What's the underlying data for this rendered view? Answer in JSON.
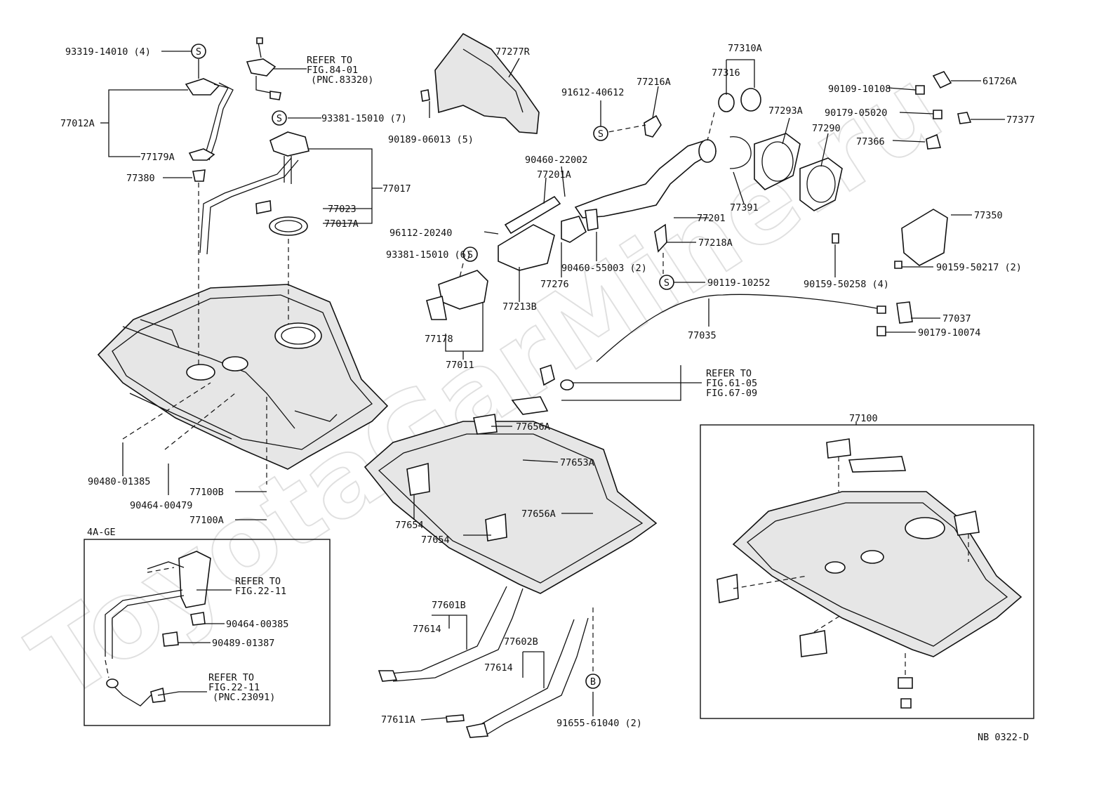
{
  "watermark": "ToyotaGarMine.ru",
  "footer_code": "NB 0322-D",
  "inset_4age": {
    "title": "4A-GE",
    "refer1": [
      "REFER TO",
      "FIG.22-11"
    ],
    "refer2": [
      "REFER TO",
      "FIG.22-11",
      "(PNC.23091)"
    ]
  },
  "refer_fig84": [
    "REFER TO",
    "FIG.84-01",
    "(PNC.83320)"
  ],
  "refer_fig61": [
    "REFER TO",
    "FIG.61-05",
    "FIG.67-09"
  ],
  "symbols": {
    "s": "S",
    "b": "B"
  },
  "labels": {
    "p93319": "93319-14010 (4)",
    "p77012A": "77012A",
    "p77179A": "77179A",
    "p77380": "77380",
    "p93381_7": "93381-15010 (7)",
    "p77017": "77017",
    "p77023": "77023",
    "p77017A": "77017A",
    "p77277R": "77277R",
    "p90189": "90189-06013 (5)",
    "p91612": "91612-40612",
    "p77216A": "77216A",
    "p77310A": "77310A",
    "p77316": "77316",
    "p77293A": "77293A",
    "p77290": "77290",
    "p90109": "90109-10108",
    "p61726A": "61726A",
    "p90179_05020": "90179-05020",
    "p77377": "77377",
    "p77366": "77366",
    "p90460_22002": "90460-22002",
    "p77201A": "77201A",
    "p96112": "96112-20240",
    "p93381_6": "93381-15010 (6)",
    "p77201": "77201",
    "p77391": "77391",
    "p77350": "77350",
    "p77218A": "77218A",
    "p90460_55003": "90460-55003 (2)",
    "p77276": "77276",
    "p77213B": "77213B",
    "p77178": "77178",
    "p77011": "77011",
    "p90119": "90119-10252",
    "p90159_50258": "90159-50258 (4)",
    "p90159_50217": "90159-50217 (2)",
    "p77037": "77037",
    "p90179_10074": "90179-10074",
    "p77035": "77035",
    "p77656A_1": "77656A",
    "p77653A": "77653A",
    "p77656A_2": "77656A",
    "p77654_1": "77654",
    "p77654_2": "77654",
    "p77100": "77100",
    "p90480": "90480-01385",
    "p90464_00479": "90464-00479",
    "p77100B": "77100B",
    "p77100A": "77100A",
    "p90464_00385": "90464-00385",
    "p90489": "90489-01387",
    "p77601B": "77601B",
    "p77614_1": "77614",
    "p77602B": "77602B",
    "p77614_2": "77614",
    "p77611A": "77611A",
    "p91655": "91655-61040 (2)"
  }
}
